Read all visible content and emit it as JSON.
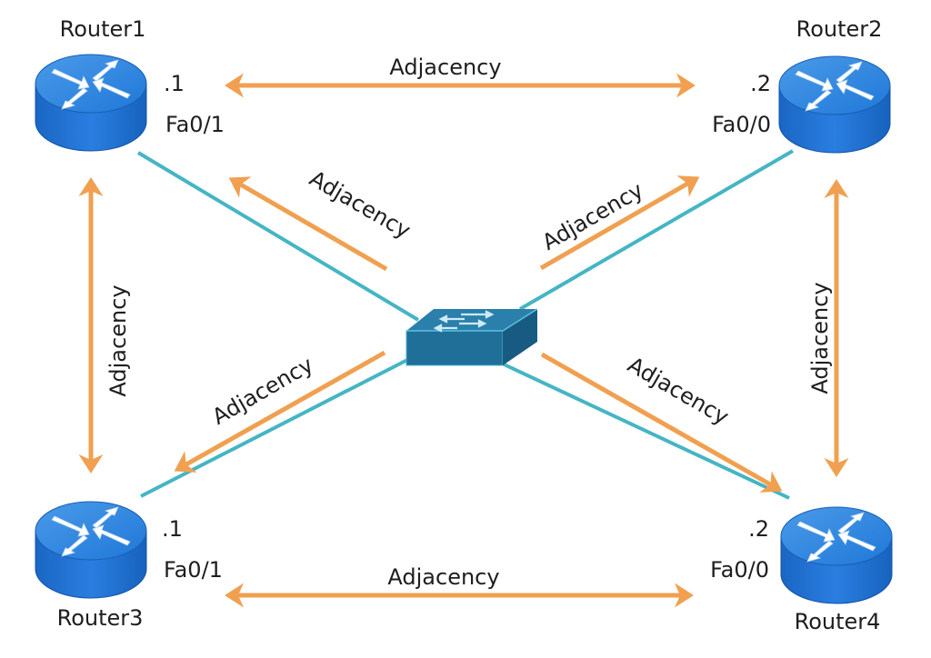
{
  "diagram": {
    "colors": {
      "link": "#45b5c4",
      "adjacency_arrow": "#f0a050",
      "router_top": "#2f86e0",
      "router_side": "#1c6fd4",
      "router_edge": "#1454a8",
      "switch_top": "#2a7fa8",
      "switch_front": "#1f6f99",
      "switch_side": "#185d84",
      "text": "#1e1e1e"
    },
    "routers": [
      {
        "id": "r1",
        "name": "Router1",
        "ip": ".1",
        "interface": "Fa0/1"
      },
      {
        "id": "r2",
        "name": "Router2",
        "ip": ".2",
        "interface": "Fa0/0"
      },
      {
        "id": "r3",
        "name": "Router3",
        "ip": ".1",
        "interface": "Fa0/1"
      },
      {
        "id": "r4",
        "name": "Router4",
        "ip": ".2",
        "interface": "Fa0/0"
      }
    ],
    "switch": {
      "name": "switch"
    },
    "links": [
      {
        "from": "r1",
        "to": "switch"
      },
      {
        "from": "r2",
        "to": "switch"
      },
      {
        "from": "r3",
        "to": "switch"
      },
      {
        "from": "r4",
        "to": "switch"
      }
    ],
    "adjacencies": [
      {
        "id": "r1-r2",
        "between": [
          "Router1",
          "Router2"
        ],
        "label": "Adjacency",
        "direction": "bidirectional"
      },
      {
        "id": "r3-r4",
        "between": [
          "Router3",
          "Router4"
        ],
        "label": "Adjacency",
        "direction": "bidirectional"
      },
      {
        "id": "r1-r3",
        "between": [
          "Router1",
          "Router3"
        ],
        "label": "Adjacency",
        "direction": "bidirectional"
      },
      {
        "id": "r2-r4",
        "between": [
          "Router2",
          "Router4"
        ],
        "label": "Adjacency",
        "direction": "bidirectional"
      },
      {
        "id": "sw-r1",
        "between": [
          "switch",
          "Router1"
        ],
        "label": "Adjacency",
        "direction": "toward Router1"
      },
      {
        "id": "sw-r2",
        "between": [
          "switch",
          "Router2"
        ],
        "label": "Adjacency",
        "direction": "toward Router2"
      },
      {
        "id": "sw-r3",
        "between": [
          "switch",
          "Router3"
        ],
        "label": "Adjacency",
        "direction": "toward Router3"
      },
      {
        "id": "sw-r4",
        "between": [
          "switch",
          "Router4"
        ],
        "label": "Adjacency",
        "direction": "toward Router4"
      }
    ]
  }
}
